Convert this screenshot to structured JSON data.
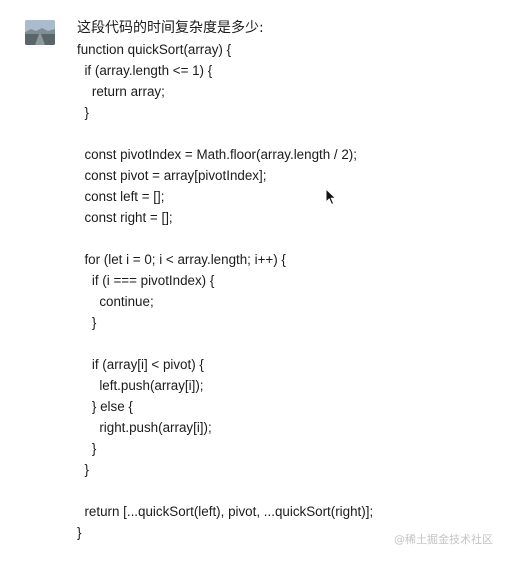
{
  "message": {
    "question": "这段代码的时间复杂度是多少:",
    "code_lines": [
      "function quickSort(array) {",
      "  if (array.length <= 1) {",
      "    return array;",
      "  }",
      "",
      "  const pivotIndex = Math.floor(array.length / 2);",
      "  const pivot = array[pivotIndex];",
      "  const left = [];",
      "  const right = [];",
      "",
      "  for (let i = 0; i < array.length; i++) {",
      "    if (i === pivotIndex) {",
      "      continue;",
      "    }",
      "",
      "    if (array[i] < pivot) {",
      "      left.push(array[i]);",
      "    } else {",
      "      right.push(array[i]);",
      "    }",
      "  }",
      "",
      "  return [...quickSort(left), pivot, ...quickSort(right)];",
      "}"
    ]
  },
  "watermark": "@稀土掘金技术社区"
}
